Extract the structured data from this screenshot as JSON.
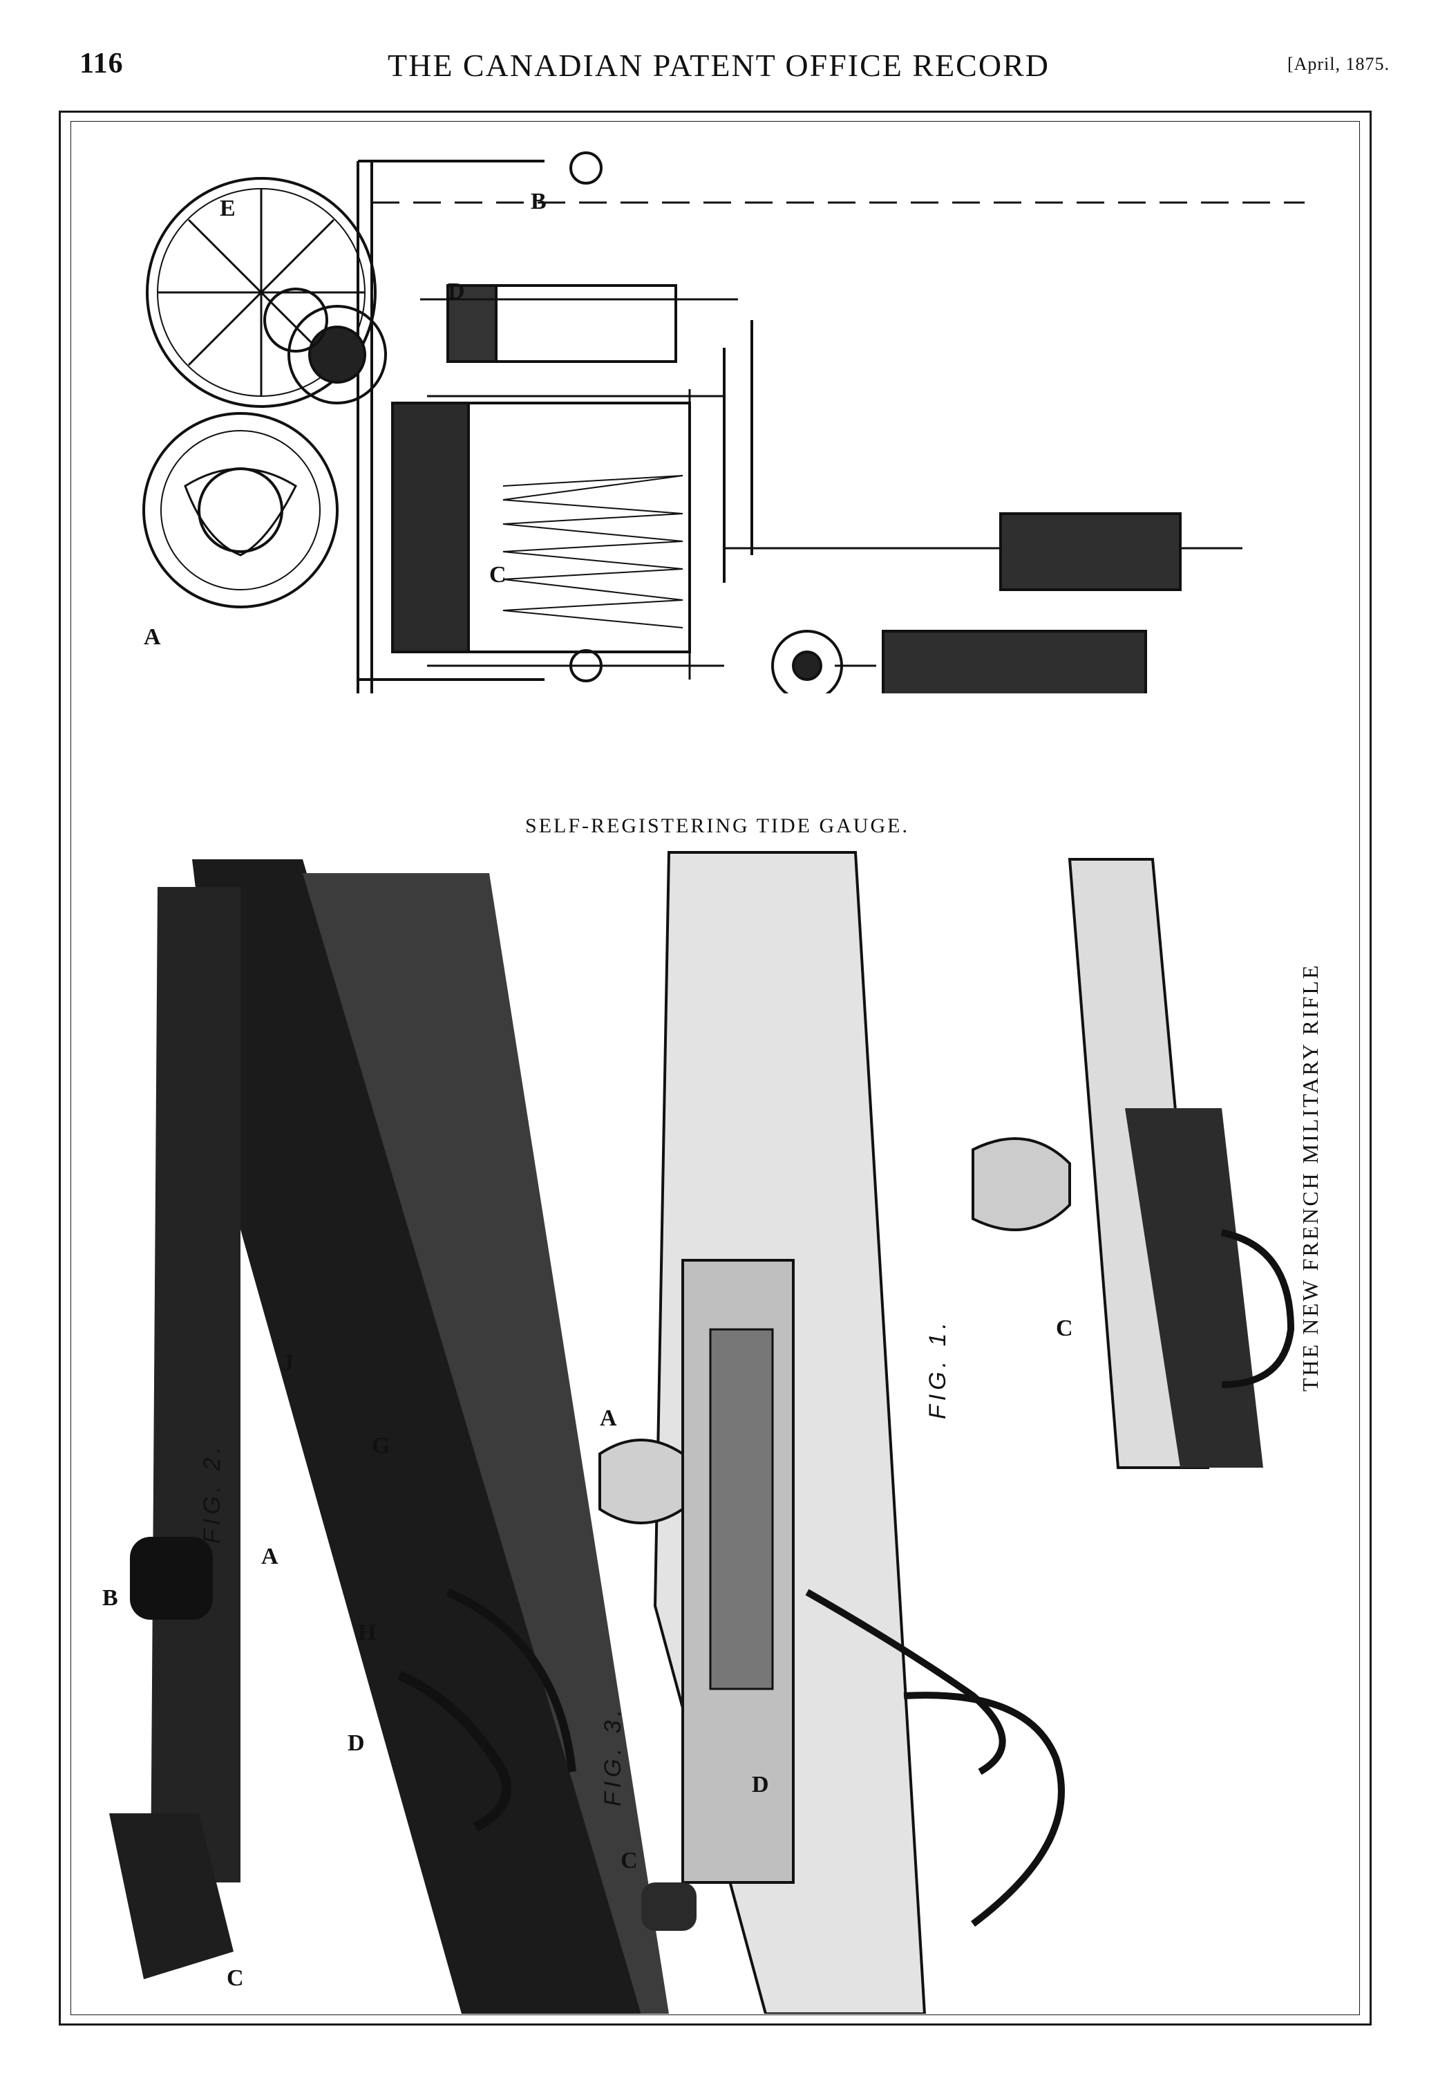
{
  "header": {
    "page_number": "116",
    "running_title": "THE CANADIAN PATENT OFFICE RECORD",
    "issue_date": "[April, 1875."
  },
  "plate": {
    "tide_gauge_caption": "SELF-REGISTERING TIDE GAUGE.",
    "rifle_caption": "THE NEW FRENCH MILITARY RIFLE",
    "figures": {
      "fig1": "FIG. 1.",
      "fig2": "FIG. 2.",
      "fig3": "FIG. 3."
    },
    "tide_letters": {
      "a": "A",
      "b": "B",
      "c": "C",
      "d": "D",
      "e": "E"
    },
    "rifle_letters": {
      "a2": "A",
      "b2": "B",
      "c2": "C",
      "d2": "D",
      "g": "G",
      "h": "H",
      "j": "J",
      "a3": "A",
      "c3": "C",
      "d3": "D",
      "c1": "C"
    }
  },
  "colors": {
    "ink": "#111111",
    "paper": "#ffffff"
  }
}
